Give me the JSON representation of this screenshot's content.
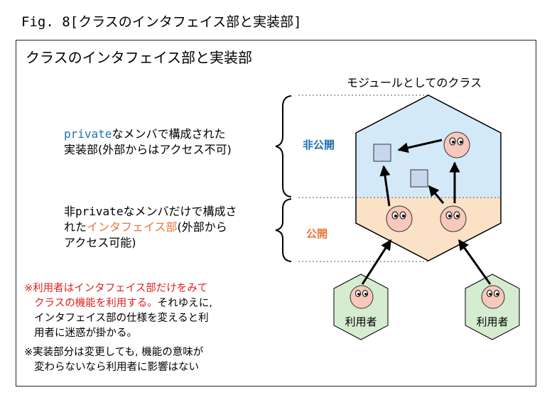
{
  "caption": "Fig. 8[クラスのインタフェイス部と実装部]",
  "frame_title": "クラスのインタフェイス部と実装部",
  "module_title": "モジュールとしてのクラス",
  "private_desc": {
    "keyword": "private",
    "line1_rest": "なメンバで構成された",
    "line2": "実装部(外部からはアクセス不可)"
  },
  "public_desc": {
    "prefix": "非",
    "keyword": "private",
    "line1_rest": "なメンバだけで構成さ",
    "line2_pre": "れた",
    "line2_highlight": "インタフェイス部",
    "line2_post": "(外部から",
    "line3": "アクセス可能)"
  },
  "label_hidden": "非公開",
  "label_public": "公開",
  "note1": {
    "line1": "※利用者はインタフェイス部だけをみて",
    "line2_red": "クラスの機能を利用する。",
    "line2_rest": "それゆえに,",
    "line3": "インタフェイス部の仕様を変えると利",
    "line4": "用者に迷惑が掛かる。"
  },
  "note2": {
    "line1": "※実装部分は変更しても, 機能の意味が",
    "line2": "変わらないなら利用者に影響はない"
  },
  "users": [
    {
      "label": "利用者"
    },
    {
      "label": "利用者"
    }
  ],
  "colors": {
    "private_fill": "#d4e9f7",
    "public_fill": "#fbe1c5",
    "face_fill": "#f8c8bc",
    "user_fill": "#d5ecd0",
    "box_fill": "#c7d6ef",
    "blue": "#1f6fb0",
    "orange": "#e8763a",
    "red": "#e0201c"
  }
}
